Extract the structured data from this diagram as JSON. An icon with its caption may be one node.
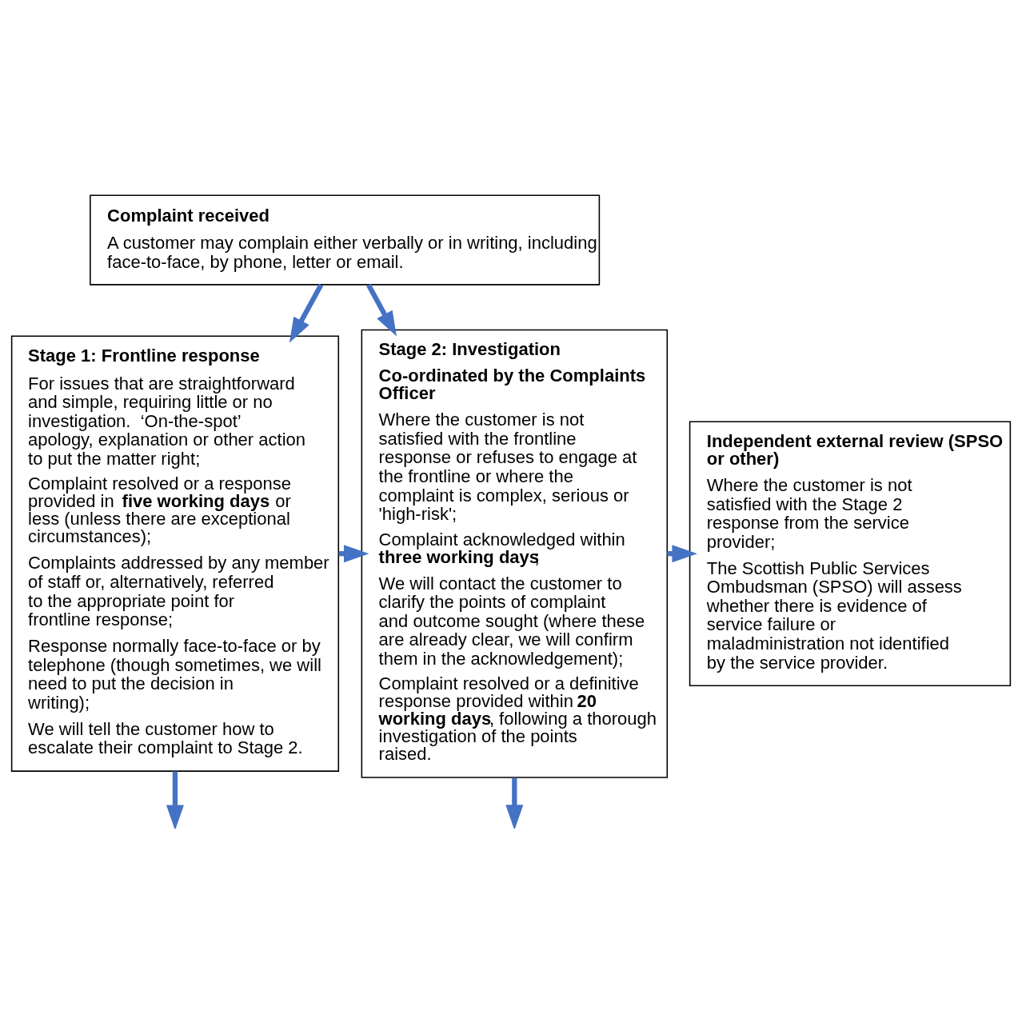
{
  "diagram": {
    "nodes": [
      {
        "text": [
          "Complaint received",
          "A customer may complain either verbally or in writing, including face-to-face, by phone, letter or email."
        ]
      },
      {
        "text": [
          "Stage 1: Frontline response",
          "For issues that are straightforward and simple, requiring little or no investigation.  ‘On-the-spot’ apology, explanation or other action to put the matter right;",
          "Complaint resolved or a response provided in **five working days** or less (unless there are exceptional circumstances);",
          "Complaints addressed by any member of staff or, alternatively, referred to the appropriate point for frontline response;",
          "Response normally face-to-face or by telephone (though sometimes, we will need to put the decision in writing);",
          "We will tell the customer how to escalate their complaint to Stage 2."
        ]
      },
      {
        "text": [
          "Stage 2: Investigation",
          "Co-ordinated by the Complaints Officer",
          "Where the customer is not satisfied with the frontline response or refuses to engage at the frontline or where the complaint is complex, serious or 'high-risk';",
          "Complaint acknowledged within **three working days**;",
          "We will contact the customer to clarify the points of complaint and outcome sought (where these are already clear, we will confirm them in the acknowledgement);",
          "Complaint resolved or a definitive response provided within **20 working days**, following a thorough investigation of the points raised."
        ]
      },
      {
        "text": [
          "Independent external review (SPSO or other)",
          "Where the customer is not satisfied with the Stage 2 response from the service provider;",
          "The Scottish Public Services Ombudsman (SPSO) will assess whether there is evidence of service failure or maladministration not identified by the service provider."
        ]
      }
    ],
    "edges": [
      {
        "from": 0,
        "to": 1,
        "arrow": "to"
      },
      {
        "from": 0,
        "to": 2,
        "arrow": "to"
      },
      {
        "from": 1,
        "to": 2,
        "arrow": "to"
      },
      {
        "from": 2,
        "to": 3,
        "arrow": "to"
      },
      {
        "from": 1,
        "to": null,
        "arrow": "to"
      },
      {
        "from": 2,
        "to": null,
        "arrow": "to"
      }
    ]
  }
}
